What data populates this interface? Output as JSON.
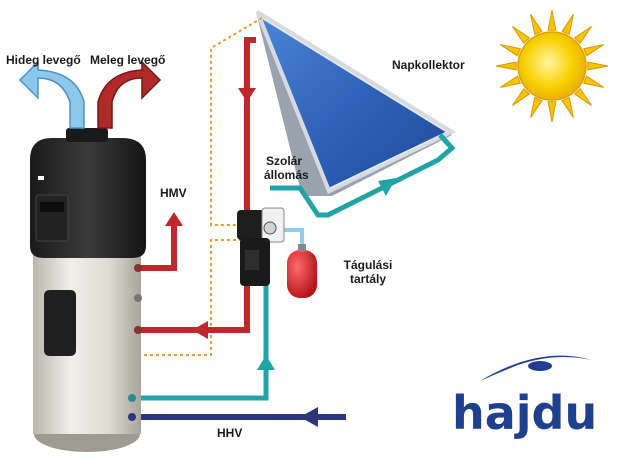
{
  "labels": {
    "cold_air": "Hideg levegő",
    "warm_air": "Meleg levegő",
    "collector": "Napkollektor",
    "solar_station_line1": "Szolár",
    "solar_station_line2": "állomás",
    "hot_water": "HMV",
    "expansion_tank_line1": "Tágulási",
    "expansion_tank_line2": "tartály",
    "cold_water": "HHV"
  },
  "brand": {
    "name": "hajdu",
    "color": "#1f3f8f",
    "swoosh_color": "#1f3f8f"
  },
  "colors": {
    "hot_pipe": "#c0272d",
    "solar_pipe": "#22a3a8",
    "cold_pipe": "#2d3480",
    "control_line": "#e0a030",
    "cold_air_arrow": "#8cc8ec",
    "warm_air_arrow": "#b02a2a",
    "sun": "#f6c400",
    "collector_panel": "#2f62b8",
    "tank_red": "#d8262a"
  }
}
